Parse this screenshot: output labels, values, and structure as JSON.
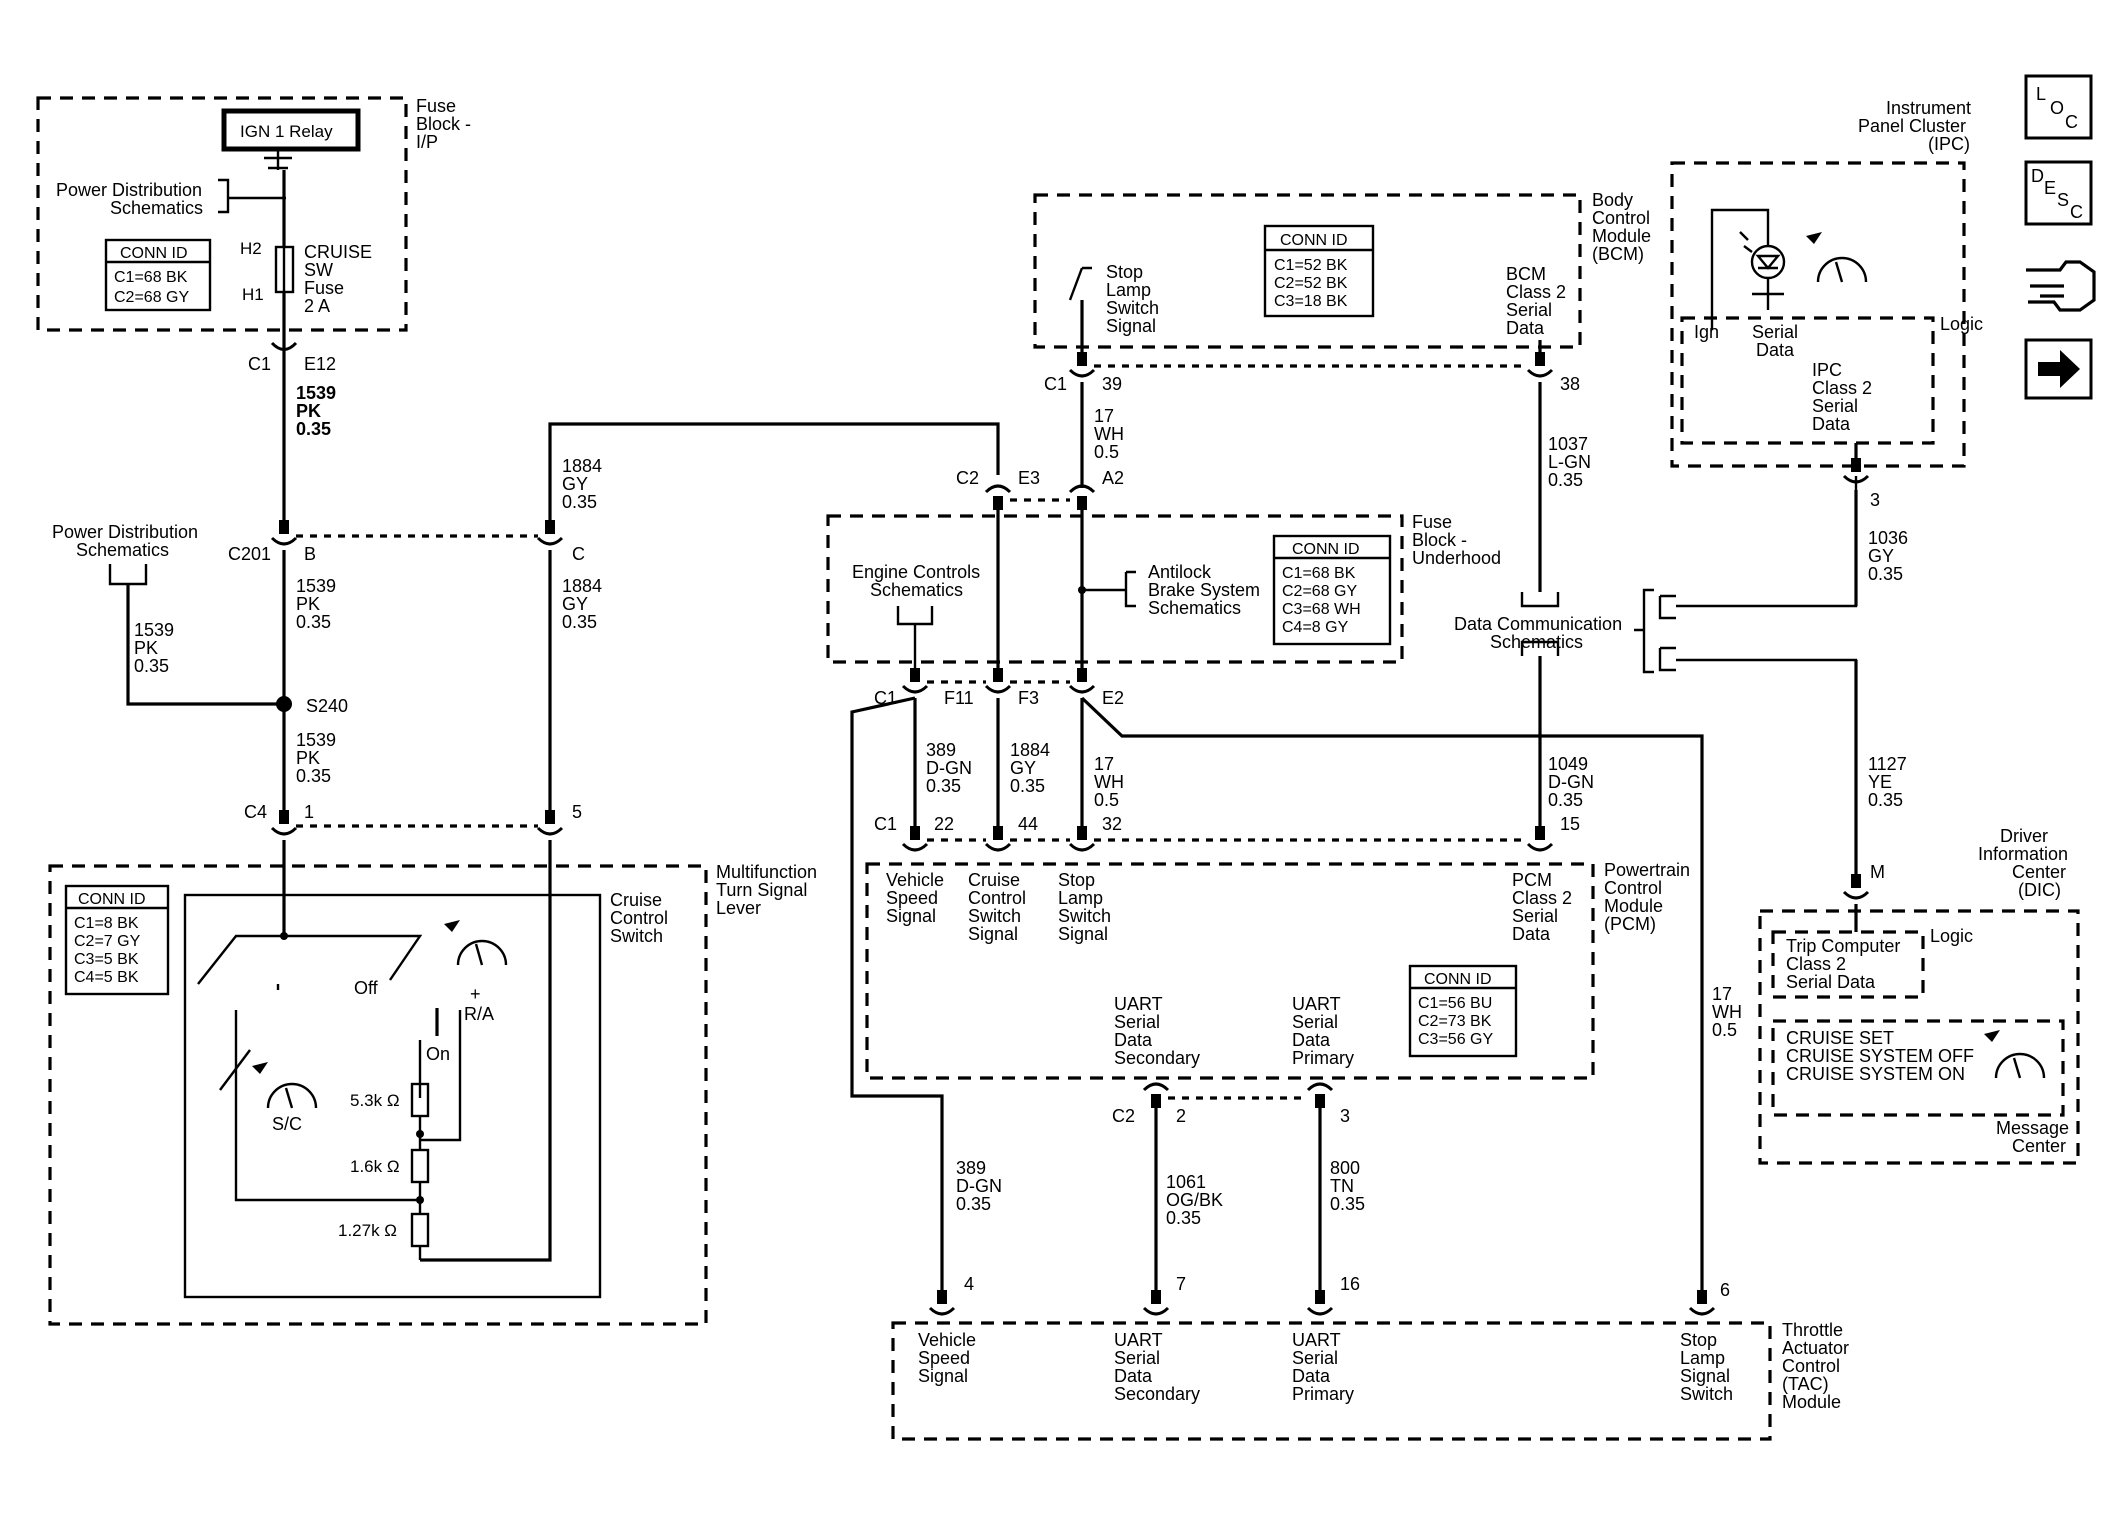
{
  "nav": {
    "loc_letters": [
      "L",
      "O",
      "C"
    ],
    "desc_letters": [
      "D",
      "E",
      "S",
      "C"
    ],
    "next_arrow": "right-arrow-icon",
    "hand_icon": "pointing-hand-icon"
  },
  "fuse_block_ip": {
    "title": [
      "Fuse",
      "Block -",
      "I/P"
    ],
    "relay": "IGN 1 Relay",
    "power_dist": [
      "Power Distribution",
      "Schematics"
    ],
    "conn_id": {
      "header": "CONN ID",
      "rows": [
        "C1=68 BK",
        "C2=68 GY"
      ]
    },
    "fuse": {
      "pin_top": "H2",
      "pin_bottom": "H1",
      "label": [
        "CRUISE",
        "SW",
        "Fuse",
        "2 A"
      ]
    }
  },
  "wires": {
    "w1539_top": [
      "1539",
      "PK",
      "0.35"
    ],
    "w1539_mid": [
      "1539",
      "PK",
      "0.35"
    ],
    "w1539_left": [
      "1539",
      "PK",
      "0.35"
    ],
    "w1539_bot": [
      "1539",
      "PK",
      "0.35"
    ],
    "w1884_top": [
      "1884",
      "GY",
      "0.35"
    ],
    "w1884_mid": [
      "1884",
      "GY",
      "0.35"
    ],
    "w1884_pcm": [
      "1884",
      "GY",
      "0.35"
    ],
    "w17_top": [
      "17",
      "WH",
      "0.5"
    ],
    "w17_pcm": [
      "17",
      "WH",
      "0.5"
    ],
    "w17_tac": [
      "17",
      "WH",
      "0.5"
    ],
    "w389_pcm": [
      "389",
      "D-GN",
      "0.35"
    ],
    "w389_tac": [
      "389",
      "D-GN",
      "0.35"
    ],
    "w1037": [
      "1037",
      "L-GN",
      "0.35"
    ],
    "w1036": [
      "1036",
      "GY",
      "0.35"
    ],
    "w1049": [
      "1049",
      "D-GN",
      "0.35"
    ],
    "w1127": [
      "1127",
      "YE",
      "0.35"
    ],
    "w1061": [
      "1061",
      "OG/BK",
      "0.35"
    ],
    "w800": [
      "800",
      "TN",
      "0.35"
    ]
  },
  "connectors": {
    "c1_e12": [
      "C1",
      "E12"
    ],
    "c201": [
      "C201",
      "B",
      "C"
    ],
    "s240": "S240",
    "c4": [
      "C4",
      "1",
      "5"
    ],
    "bcm_c1": [
      "C1",
      "39",
      "38"
    ],
    "fuse_u_top": [
      "C2",
      "E3",
      "A2"
    ],
    "fuse_u_bot": [
      "C1",
      "F11",
      "F3",
      "E2"
    ],
    "pcm_c1": [
      "C1",
      "22",
      "44",
      "32",
      "15"
    ],
    "pcm_c2": [
      "C2",
      "2",
      "3"
    ],
    "ipc_pin": "3",
    "dic_pin": "M",
    "tac_pins": [
      "4",
      "7",
      "16",
      "6"
    ]
  },
  "mfl": {
    "title": [
      "Multifunction",
      "Turn Signal",
      "Lever"
    ],
    "conn_id": {
      "header": "CONN ID",
      "rows": [
        "C1=8 BK",
        "C2=7 GY",
        "C3=5 BK",
        "C4=5 BK"
      ]
    },
    "switch_title": [
      "Cruise",
      "Control",
      "Switch"
    ],
    "off": "Off",
    "on": "On",
    "plus": "+",
    "ra": "R/A",
    "sc": "S/C",
    "r1": "5.3k Ω",
    "r2": "1.6k Ω",
    "r3": "1.27k Ω"
  },
  "bcm": {
    "title": [
      "Body",
      "Control",
      "Module",
      "(BCM)"
    ],
    "stop_lamp": [
      "Stop",
      "Lamp",
      "Switch",
      "Signal"
    ],
    "conn_id": {
      "header": "CONN ID",
      "rows": [
        "C1=52 BK",
        "C2=52 BK",
        "C3=18 BK"
      ]
    },
    "serial": [
      "BCM",
      "Class 2",
      "Serial",
      "Data"
    ]
  },
  "fuse_block_u": {
    "title": [
      "Fuse",
      "Block -",
      "Underhood"
    ],
    "engine": [
      "Engine Controls",
      "Schematics"
    ],
    "abs": [
      "Antilock",
      "Brake System",
      "Schematics"
    ],
    "conn_id": {
      "header": "CONN ID",
      "rows": [
        "C1=68 BK",
        "C2=68 GY",
        "C3=68 WH",
        "C4=8 GY"
      ]
    }
  },
  "data_comm": [
    "Data Communication",
    "Schematics"
  ],
  "ipc": {
    "title": [
      "Instrument",
      "Panel Cluster",
      "(IPC)"
    ],
    "logic": "Logic",
    "ign": "Ign",
    "serial": [
      "Serial",
      "Data"
    ],
    "ipc_serial": [
      "IPC",
      "Class 2",
      "Serial",
      "Data"
    ]
  },
  "pcm": {
    "title": [
      "Powertrain",
      "Control",
      "Module",
      "(PCM)"
    ],
    "vss": [
      "Vehicle",
      "Speed",
      "Signal"
    ],
    "ccs": [
      "Cruise",
      "Control",
      "Switch",
      "Signal"
    ],
    "sls": [
      "Stop",
      "Lamp",
      "Switch",
      "Signal"
    ],
    "class2": [
      "PCM",
      "Class 2",
      "Serial",
      "Data"
    ],
    "uart_sec": [
      "UART",
      "Serial",
      "Data",
      "Secondary"
    ],
    "uart_pri": [
      "UART",
      "Serial",
      "Data",
      "Primary"
    ],
    "conn_id": {
      "header": "CONN ID",
      "rows": [
        "C1=56 BU",
        "C2=73 BK",
        "C3=56 GY"
      ]
    }
  },
  "dic": {
    "title": [
      "Driver",
      "Information",
      "Center",
      "(DIC)"
    ],
    "logic": "Logic",
    "trip": [
      "Trip Computer",
      "Class 2",
      "Serial Data"
    ],
    "messages": [
      "CRUISE SET",
      "CRUISE SYSTEM OFF",
      "CRUISE SYSTEM ON"
    ],
    "msg_center": [
      "Message",
      "Center"
    ]
  },
  "tac": {
    "title": [
      "Throttle",
      "Actuator",
      "Control",
      "(TAC)",
      "Module"
    ],
    "vss": [
      "Vehicle",
      "Speed",
      "Signal"
    ],
    "uart_sec": [
      "UART",
      "Serial",
      "Data",
      "Secondary"
    ],
    "uart_pri": [
      "UART",
      "Serial",
      "Data",
      "Primary"
    ],
    "stop": [
      "Stop",
      "Lamp",
      "Signal",
      "Switch"
    ]
  }
}
